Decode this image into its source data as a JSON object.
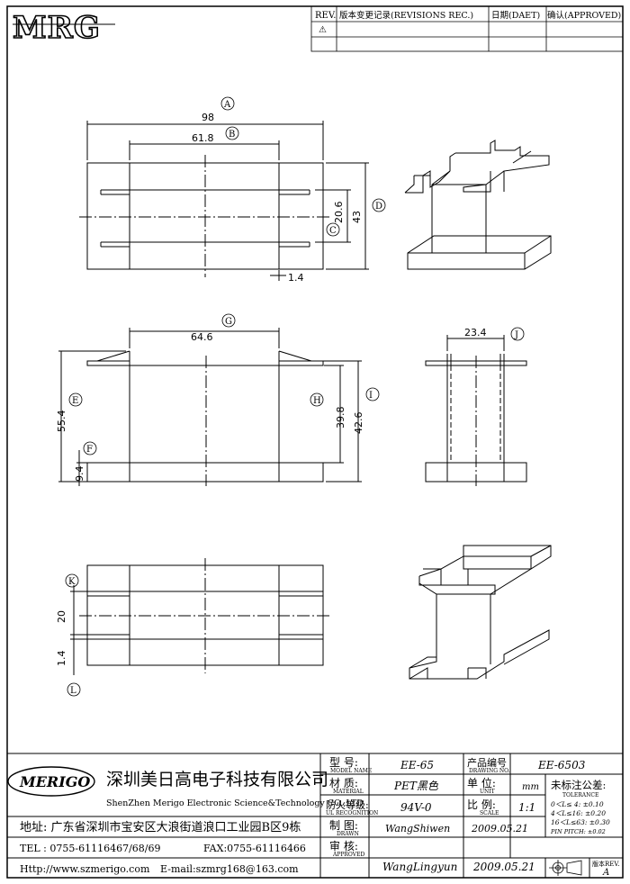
{
  "logo": {
    "text": "MRG"
  },
  "revisions": {
    "col_rev": "REV.",
    "col_desc": "版本变更记录(REVISIONS REC.)",
    "col_date": "日期(DAET)",
    "col_approved": "确认(APPROVED)",
    "row1_rev": "⚠"
  },
  "dims": {
    "A": "A",
    "B": "B",
    "C": "C",
    "D": "D",
    "E": "E",
    "F": "F",
    "G": "G",
    "H": "H",
    "I": "I",
    "J": "J",
    "K": "K",
    "L": "L",
    "d98": "98",
    "d61_8": "61.8",
    "d20_6": "20.6",
    "d43": "43",
    "d1_4a": "1.4",
    "d64_6": "64.6",
    "d55_4": "55.4",
    "d39_8": "39.8",
    "d42_6": "42.6",
    "d9_4": "9.4",
    "d23_4": "23.4",
    "d20": "20",
    "d1_4b": "1.4"
  },
  "company": {
    "brand": "MERIGO",
    "name_cn": "深圳美日高电子科技有限公司",
    "name_en": "ShenZhen Merigo Electronic Science&Technology CO.,LTD",
    "address": "地址: 广东省深圳市宝安区大浪街道浪口工业园B区9栋",
    "tel": "TEL : 0755-61116467/68/69",
    "fax": "FAX:0755-61116466",
    "web": "Http://www.szmerigo.com",
    "email": "E-mail:szmrg168@163.com"
  },
  "title_block": {
    "model_label": "型  号:",
    "model_sub": "MODEL NAME",
    "model_value": "EE-65",
    "drawing_label": "产品编号",
    "drawing_sub": "DRAWING NO.",
    "drawing_value": "EE-6503",
    "material_label": "材  质:",
    "material_sub": "MATERIAL",
    "material_value": "PET黑色",
    "unit_label": "单  位:",
    "unit_sub": "UNIT",
    "unit_value": "mm",
    "tol_label": "未标注公差:",
    "tol_sub": "TOLERANCE",
    "tol1": "0＜L≤ 4:  ±0.10",
    "tol2": "4＜L≤16:  ±0.20",
    "tol3": "16＜L≤63: ±0.30",
    "tol4": "PIN PITCH: ±0.02",
    "flame_label": "防火等级:",
    "flame_sub": "UL RECOGNITION",
    "flame_value": "94V-0",
    "scale_label": "比  例:",
    "scale_sub": "SCALE",
    "scale_value": "1:1",
    "drawn_label": "制  图:",
    "drawn_sub": "DRAWN",
    "drawn_value": "WangShiwen",
    "drawn_date": "2009.05.21",
    "approved_label": "审  核:",
    "approved_sub": "APPROVED",
    "approved_value": "WangLingyun",
    "approved_date": "2009.05.21",
    "rev_label": "版本REV.",
    "rev_value": "A"
  }
}
